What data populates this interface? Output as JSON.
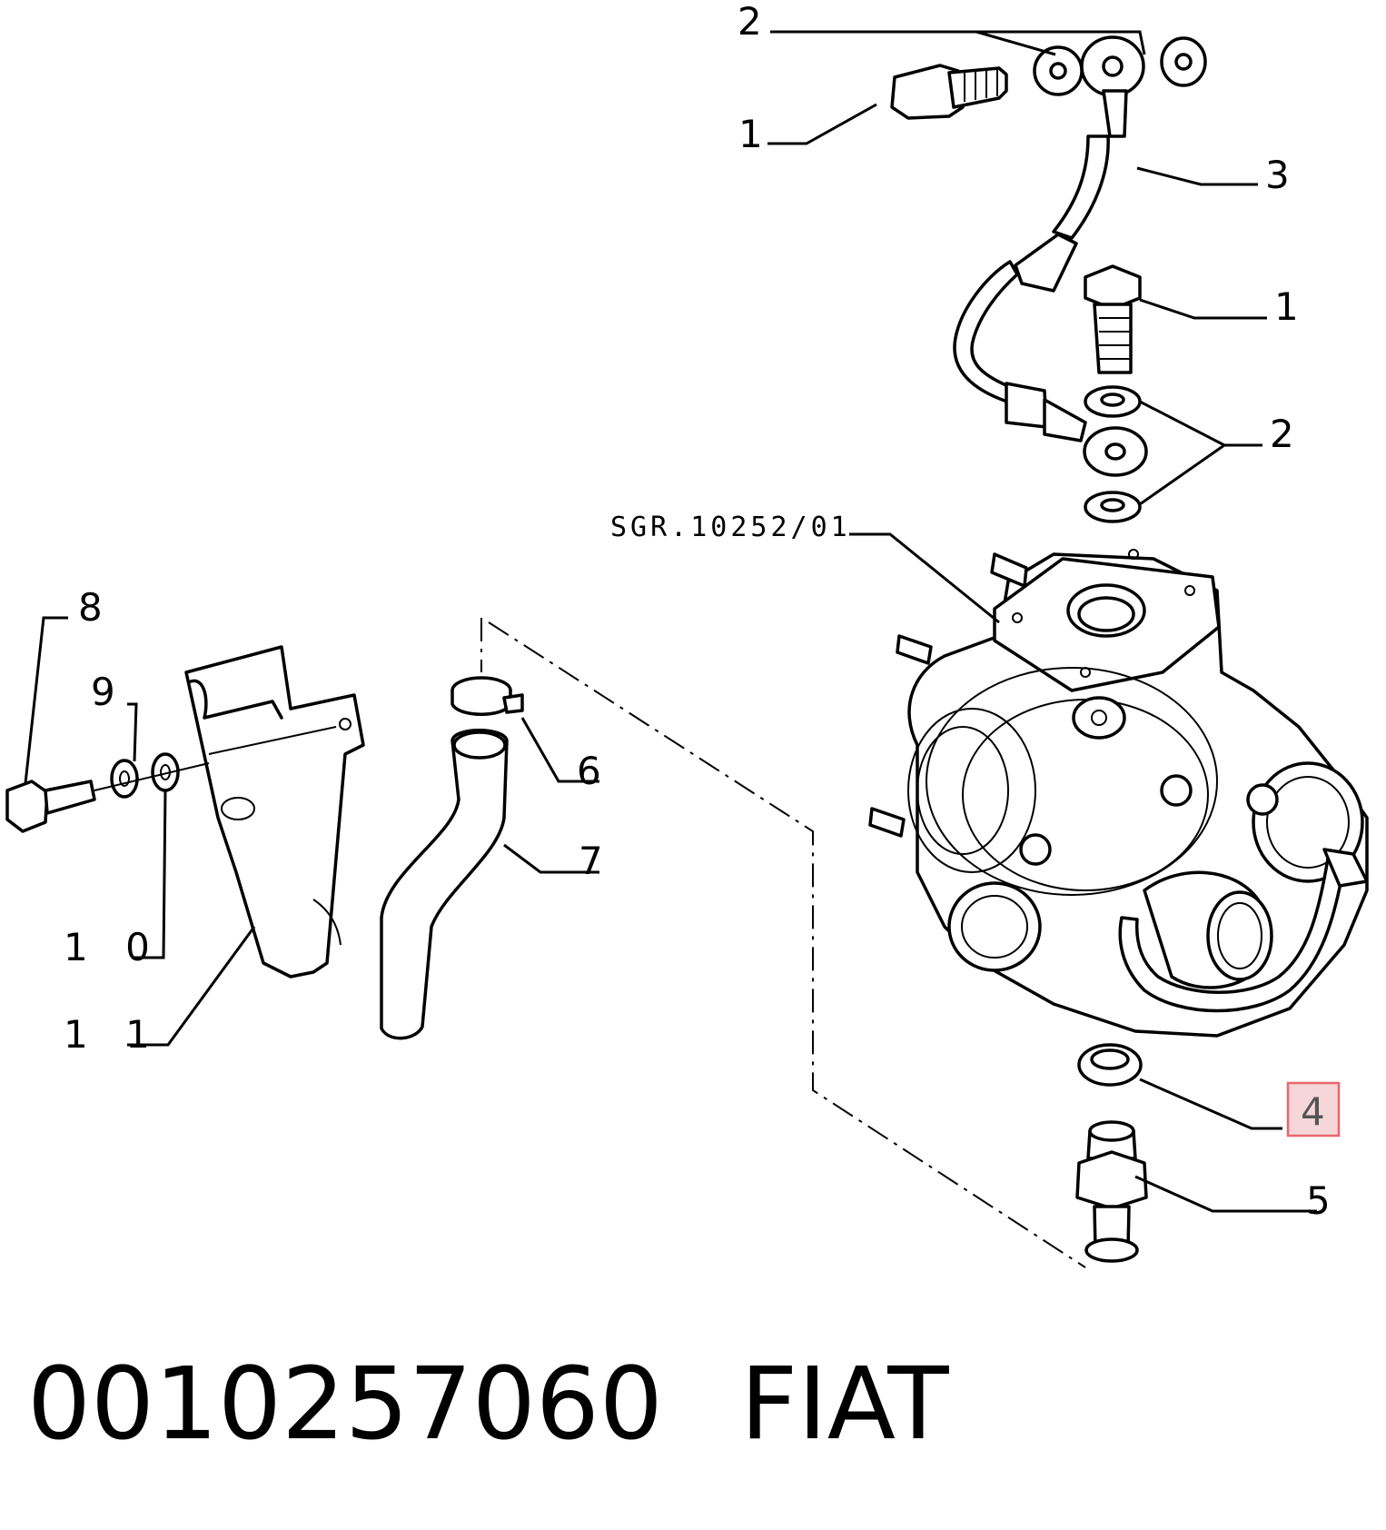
{
  "diagram": {
    "callouts": {
      "c1_top": "1",
      "c1_right": "1",
      "c2_top": "2",
      "c2_right": "2",
      "c3": "3",
      "c4": "4",
      "c5": "5",
      "c6": "6",
      "c7": "7",
      "c8": "8",
      "c9": "9",
      "c10": "1 0",
      "c11": "1 1"
    },
    "reference": "SGR.10252/01",
    "highlighted_callout": "4",
    "highlight_color": "#e8686e",
    "highlight_fill": "#f6d6d8"
  },
  "caption": {
    "part_number": "0010257060",
    "brand": "FIAT"
  }
}
